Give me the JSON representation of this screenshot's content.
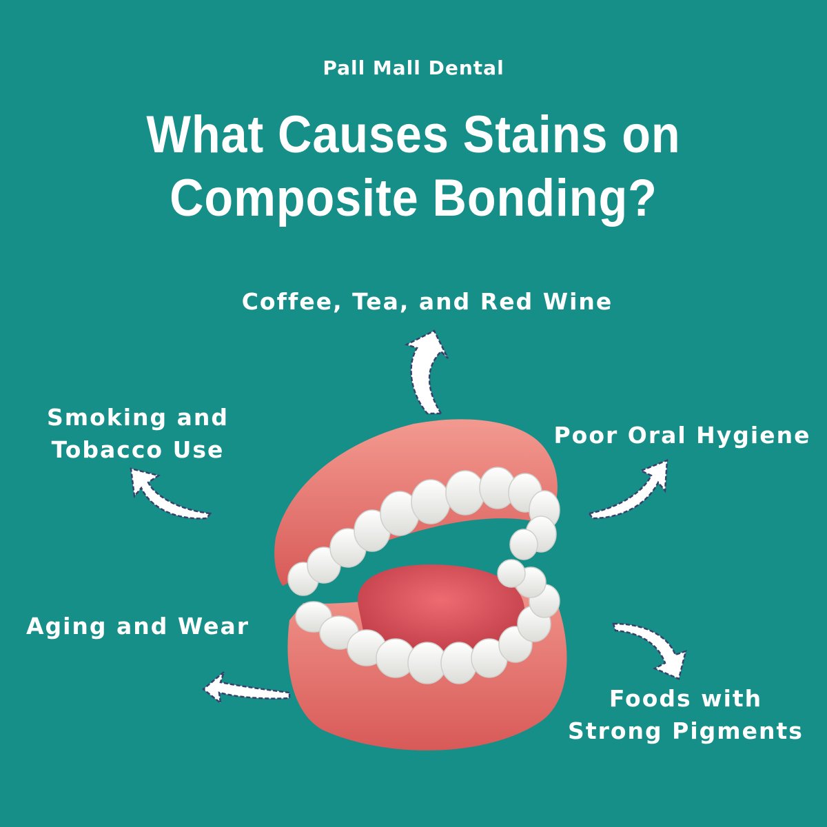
{
  "brand": "Pall Mall Dental",
  "headline": {
    "line1": "What Causes Stains on",
    "line2": "Composite Bonding?"
  },
  "causes": {
    "top": "Coffee, Tea, and Red Wine",
    "left_top": [
      "Smoking and",
      "Tobacco Use"
    ],
    "right_top": "Poor Oral Hygiene",
    "left_bottom": "Aging and Wear",
    "right_bottom": [
      "Foods with",
      "Strong Pigments"
    ]
  },
  "colors": {
    "background": "#168f89",
    "text": "#ffffff",
    "gum": "#e8736f",
    "tooth": "#f6f6f4",
    "arrow_outline": "#3a3f6b"
  }
}
